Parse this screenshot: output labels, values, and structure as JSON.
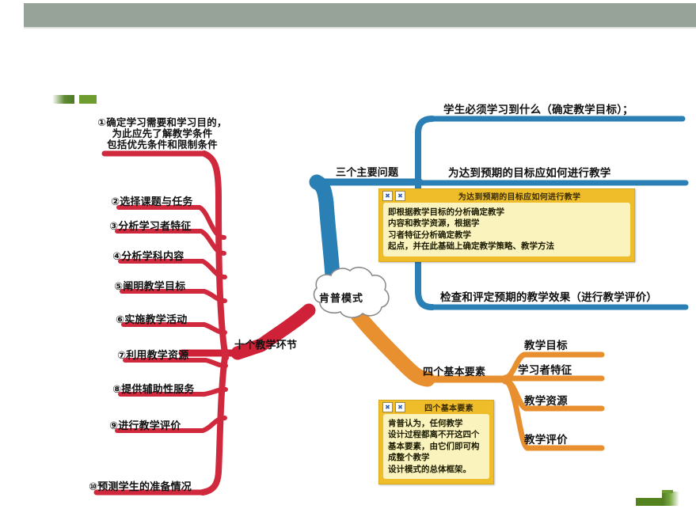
{
  "slide": {
    "center_node": "肯普模式",
    "colors": {
      "header_bar": "#97a398",
      "red_branch": "#d42a3c",
      "blue_branch": "#2a7fb5",
      "orange_branch": "#e8902f",
      "note_frame": "#f0bd2a",
      "note_body": "#fbf3bd",
      "green_accent": "#6f9c2e"
    }
  },
  "red_branch": {
    "label": "十个教学环节",
    "steps": [
      "①确定学习需要和学习目的，\n为此应先了解教学条件\n包括优先条件和限制条件",
      "②选择课题与任务",
      "③分析学习者特征",
      "④分析学科内容",
      "⑤阐明教学目标",
      "⑥实施教学活动",
      "⑦利用教学资源",
      "⑧提供辅助性服务",
      "⑨进行教学评价",
      "⑩预测学生的准备情况"
    ]
  },
  "blue_branch": {
    "label": "三个主要问题",
    "items": [
      "学生必须学习到什么（确定教学目标）；",
      "为达到预期的目标应如何进行教学",
      "检查和评定预期的教学效果（进行教学评价）"
    ]
  },
  "orange_branch": {
    "label": "四个基本要素",
    "items": [
      "教学目标",
      "学习者特征",
      "教学资源",
      "教学评价"
    ]
  },
  "notes": [
    {
      "title": "为达到预期的目标应如何进行教学",
      "body": "即根据教学目标的分析确定教学\n内容和教学资源，根据学\n习者特征分析确定教学\n起点，并在此基础上确定教学策略、教学方法",
      "icon_1": "broken-image-icon",
      "icon_2": "broken-image-icon"
    },
    {
      "title": "四个基本要素",
      "body": "肯普认为，任何教学\n设计过程都离不开这四个\n基本要素，由它们即可构\n成整个教学\n设计模式的总体框架。",
      "icon_1": "broken-image-icon",
      "icon_2": "broken-image-icon"
    }
  ]
}
